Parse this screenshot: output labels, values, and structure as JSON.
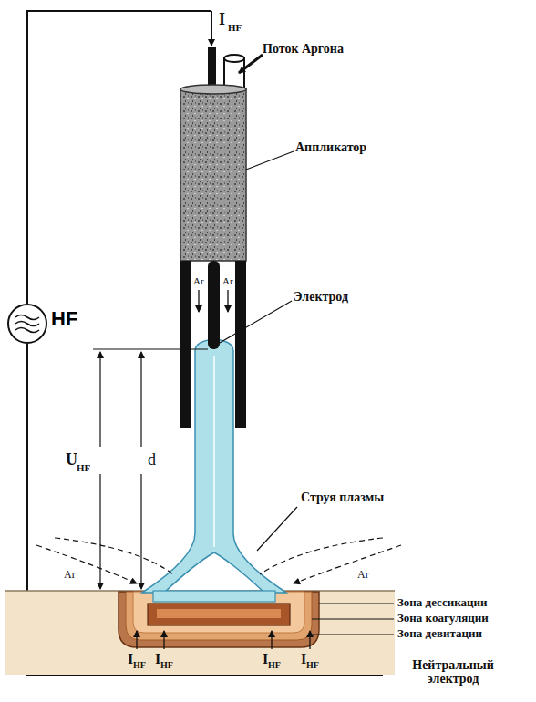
{
  "diagram": {
    "nodes": [
      {
        "text": [
          "HF"
        ]
      }
    ],
    "labels": [
      "I",
      "HF",
      "Поток Аргона",
      "Аппликатор",
      "Ar",
      "Ar",
      "Электрод",
      "U",
      "HF",
      "d",
      "Струя плазмы",
      "Ar",
      "Ar",
      "Зона дессикации",
      "Зона коагуляции",
      "Зона девитации",
      "I",
      "HF",
      "I",
      "HF",
      "I",
      "HF",
      "I",
      "HF",
      "Нейтральный электрод"
    ]
  }
}
